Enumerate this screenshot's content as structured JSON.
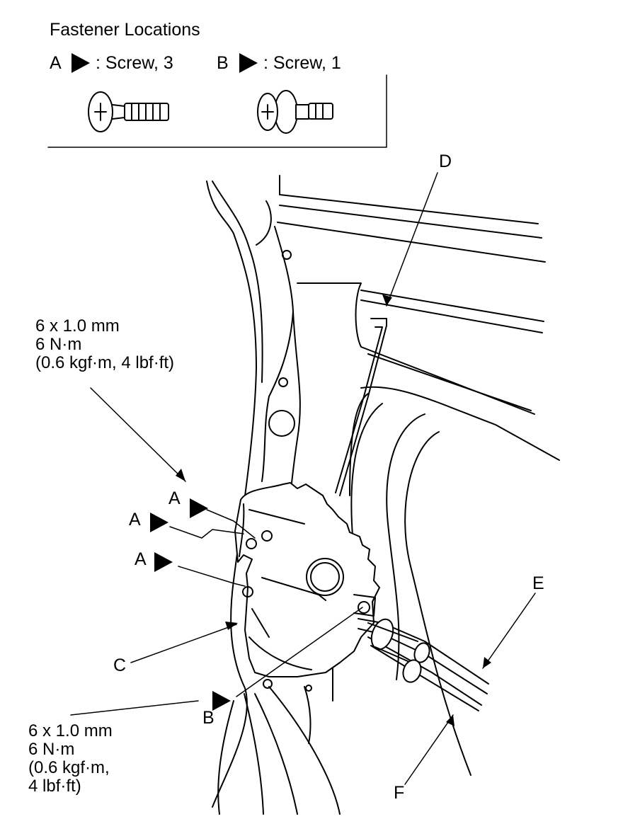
{
  "legend": {
    "title": "Fastener Locations",
    "item_a": {
      "letter": "A",
      "desc": ": Screw, 3"
    },
    "item_b": {
      "letter": "B",
      "desc": ": Screw, 1"
    }
  },
  "spec_upper": {
    "line1": "6 x 1.0 mm",
    "line2": "6 N·m",
    "line3": "(0.6 kgf·m, 4 lbf·ft)"
  },
  "spec_lower": {
    "line1": "6 x 1.0 mm",
    "line2": "6 N·m",
    "line3": "(0.6 kgf·m,",
    "line4": "4 lbf·ft)"
  },
  "callouts": {
    "a1": "A",
    "a2": "A",
    "a3": "A",
    "b": "B",
    "c": "C",
    "d": "D",
    "e": "E",
    "f": "F"
  }
}
